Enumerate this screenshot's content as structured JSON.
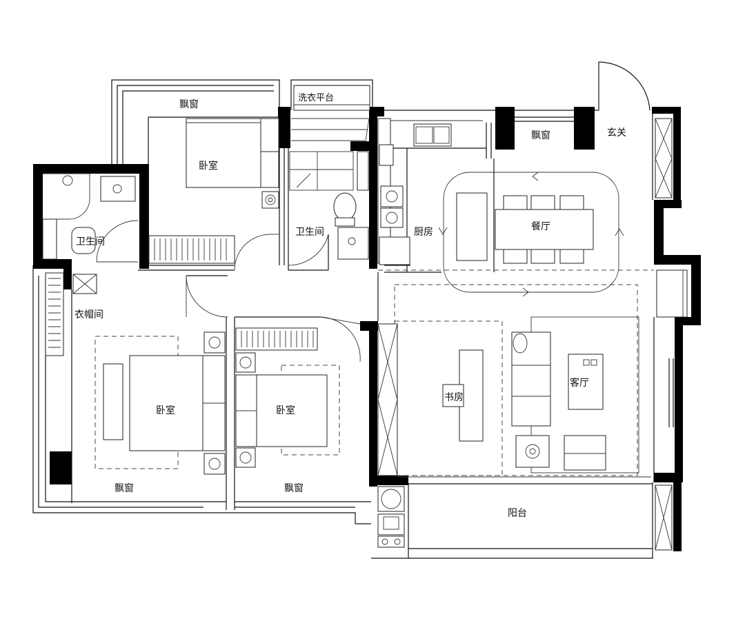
{
  "labels": {
    "bay_window_top": "飘窗",
    "bedroom_north": "卧室",
    "laundry_balcony": "洗衣平台",
    "bathroom_left": "卫生间",
    "bathroom_mid": "卫生间",
    "kitchen": "厨房",
    "bay_window_kitchen": "飘窗",
    "entrance": "玄关",
    "dining": "餐厅",
    "cloakroom": "衣帽间",
    "bedroom_master": "卧室",
    "bedroom_second": "卧室",
    "study": "书房",
    "living": "客厅",
    "bay_window_bl": "飘窗",
    "bay_window_bm": "飘窗",
    "balcony": "阳台"
  }
}
